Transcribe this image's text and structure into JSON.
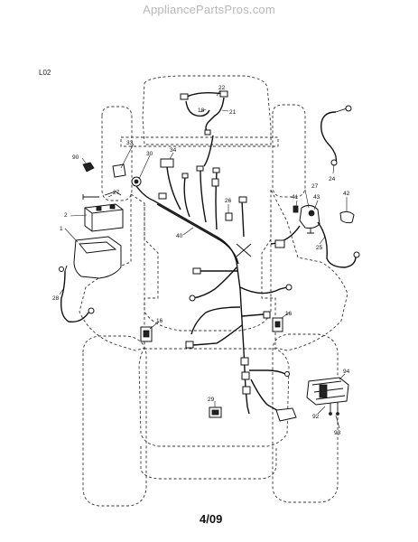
{
  "header": {
    "watermark": "AppliancePartsPros.com"
  },
  "diagram": {
    "code": "L02",
    "date": "4/09",
    "callouts": {
      "c22": "22",
      "c18": "18",
      "c21": "21",
      "c33": "33",
      "c30": "30",
      "c34": "34",
      "c90": "90",
      "c27a": "27",
      "c2": "2",
      "c1": "1",
      "c26": "26",
      "c40": "40",
      "c41": "41",
      "c27b": "27",
      "c43": "43",
      "c42": "42",
      "c24": "24",
      "c25": "25",
      "c28": "28",
      "c16a": "16",
      "c16b": "16",
      "c29": "29",
      "c94": "94",
      "c92": "92",
      "c93": "93"
    }
  }
}
